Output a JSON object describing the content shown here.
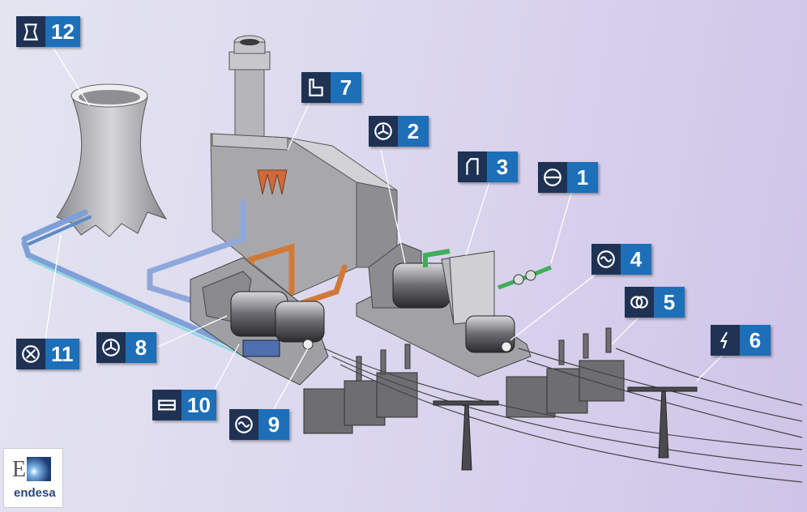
{
  "colors": {
    "badge_icon_bg": "#1f3253",
    "badge_number_bg": "#1d6fb8",
    "building_gray": "#9a9a9e",
    "pipe_blue": "#7f9fd8",
    "pipe_orange": "#d07a3a",
    "pipe_green": "#3fae5a"
  },
  "badges": [
    {
      "id": "1",
      "icon": "gauge-icon"
    },
    {
      "id": "2",
      "icon": "fan-icon"
    },
    {
      "id": "3",
      "icon": "stack-icon"
    },
    {
      "id": "4",
      "icon": "alternator-icon"
    },
    {
      "id": "5",
      "icon": "transformer-icon"
    },
    {
      "id": "6",
      "icon": "lightning-icon"
    },
    {
      "id": "7",
      "icon": "boiler-icon"
    },
    {
      "id": "8",
      "icon": "fan-icon"
    },
    {
      "id": "9",
      "icon": "alternator-icon"
    },
    {
      "id": "10",
      "icon": "condenser-icon"
    },
    {
      "id": "11",
      "icon": "pump-icon"
    },
    {
      "id": "12",
      "icon": "cooling-tower-icon"
    }
  ],
  "logo": {
    "letter": "E",
    "name": "endesa"
  }
}
